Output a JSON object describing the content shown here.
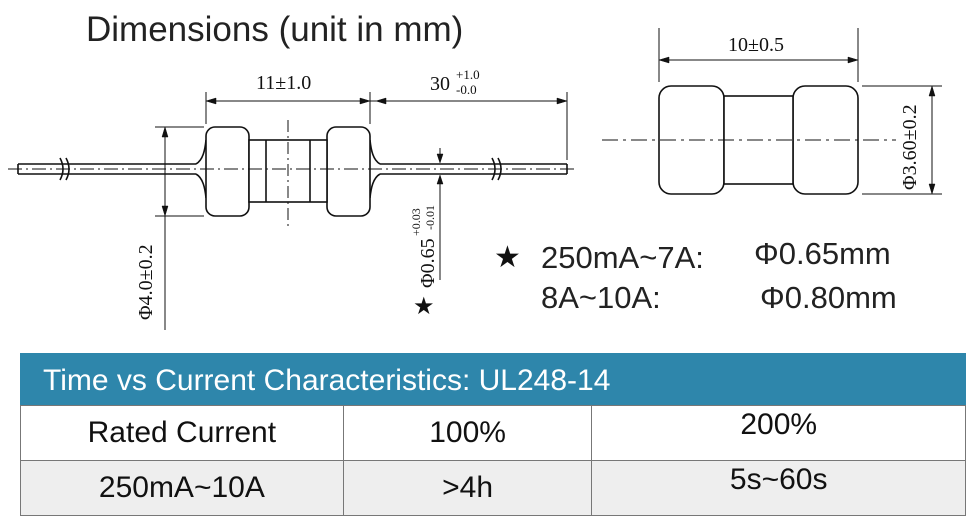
{
  "title": "Dimensions (unit in mm)",
  "axial": {
    "body_length": "11±1.0",
    "lead_length_base": "30",
    "lead_tol_upper": "+1.0",
    "lead_tol_lower": "-0.0",
    "diameter": "Φ4.0±0.2",
    "lead_dia_base": "Φ0.65",
    "lead_dia_tol_upper": "+0.03",
    "lead_dia_tol_lower": "-0.01",
    "star": "★"
  },
  "smd": {
    "length": "10±0.5",
    "diameter": "Φ3.60±0.2"
  },
  "lead_specs": [
    {
      "marker": "★",
      "range": "250mA~7A:",
      "diameter": "Φ0.65mm"
    },
    {
      "marker": "",
      "range": "8A~10A:",
      "diameter": "Φ0.80mm"
    }
  ],
  "table": {
    "header": "Time vs Current Characteristics: UL248-14",
    "rows": [
      [
        "Rated Current",
        "100%",
        "200%"
      ],
      [
        "250mA~10A",
        ">4h",
        "5s~60s"
      ]
    ],
    "header_color": "#2e86ab"
  }
}
